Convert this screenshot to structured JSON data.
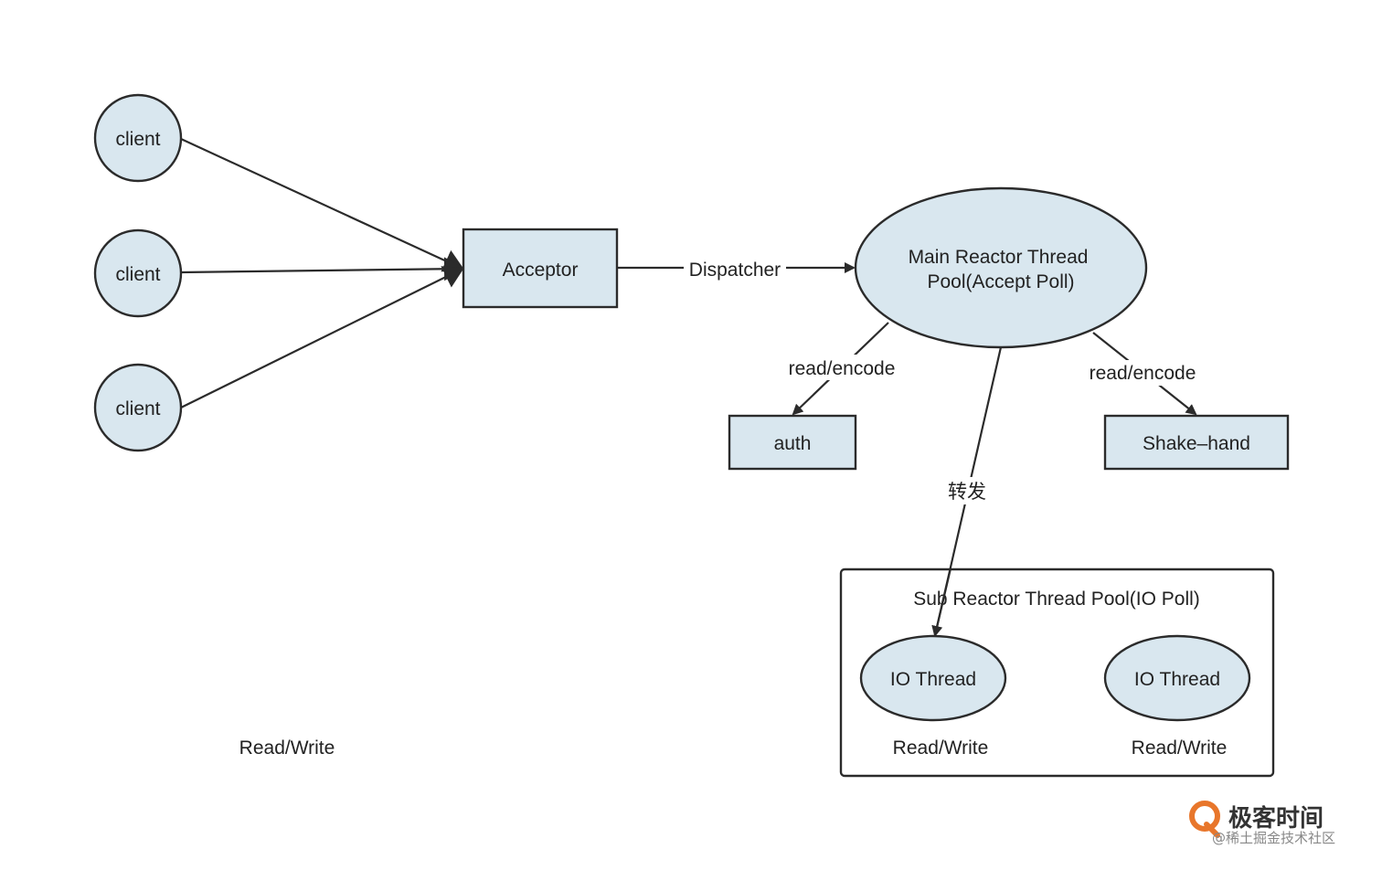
{
  "colors": {
    "node_fill": "#d9e7ef",
    "stroke": "#2b2b2b",
    "text": "#222222",
    "watermark_brand": "#e8762b"
  },
  "nodes": {
    "client_1": "client",
    "client_2": "client",
    "client_3": "client",
    "acceptor": "Acceptor",
    "main_reactor_line1": "Main Reactor Thread",
    "main_reactor_line2": "Pool(Accept Poll)",
    "auth": "auth",
    "shake_hand": "Shake–hand",
    "sub_reactor_title": "Sub Reactor Thread Pool(IO Poll)",
    "io_thread_1": "IO Thread",
    "io_thread_2": "IO Thread"
  },
  "edge_labels": {
    "dispatcher": "Dispatcher",
    "read_encode_auth": "read/encode",
    "read_encode_shake": "read/encode",
    "forward": "转发"
  },
  "captions": {
    "read_write_left": "Read/Write",
    "read_write_io1": "Read/Write",
    "read_write_io2": "Read/Write"
  },
  "watermark": {
    "brand": "极客时间",
    "community": "@稀土掘金技术社区"
  }
}
